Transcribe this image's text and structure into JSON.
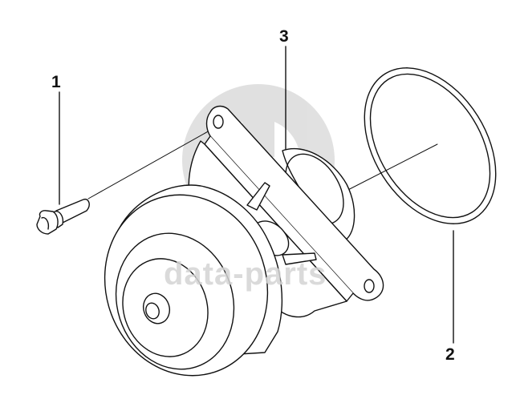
{
  "callouts": [
    {
      "id": "1",
      "label": "1"
    },
    {
      "id": "2",
      "label": "2"
    },
    {
      "id": "3",
      "label": "3"
    }
  ],
  "watermark": {
    "text": "data-parts"
  },
  "colors": {
    "line": "#111111",
    "watermark": "#d4d4d4"
  }
}
